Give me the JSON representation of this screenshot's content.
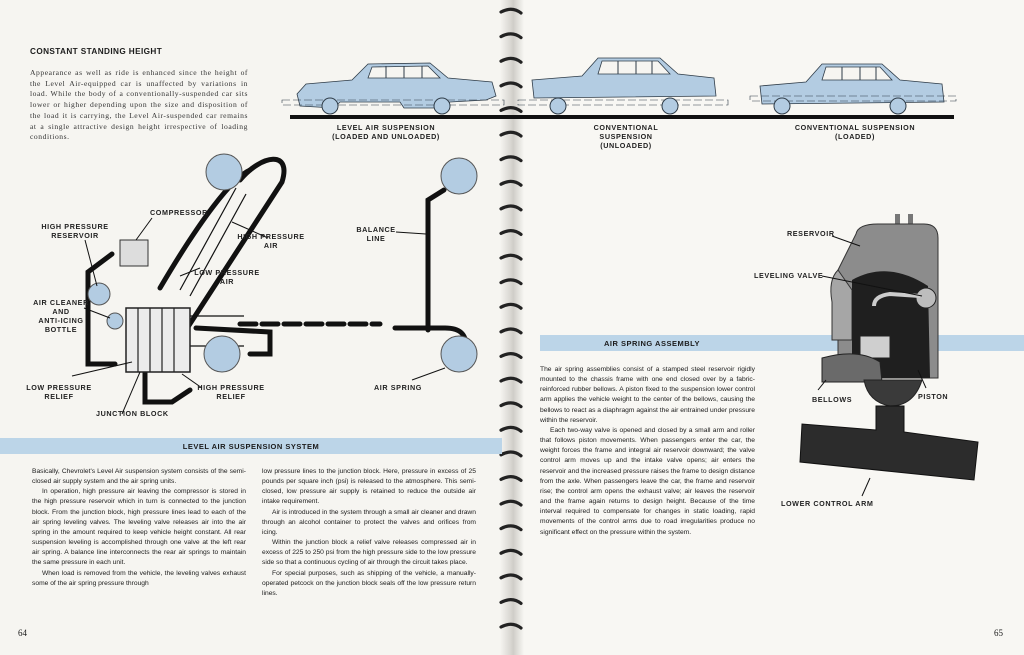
{
  "left": {
    "section_title": "CONSTANT STANDING HEIGHT",
    "intro": "Appearance as well as ride is enhanced since the height of the Level Air-equipped car is unaffected by variations in load. While the body of a conventionally-suspended car sits lower or higher depending upon the size and disposition of the load it is carrying, the Level Air-suspended car remains at a single attractive design height irrespective of loading conditions.",
    "diagram_labels": {
      "compressor": "COMPRESSOR",
      "high_pressure_reservoir": "HIGH PRESSURE\nRESERVOIR",
      "high_pressure_air": "HIGH PRESSURE\nAIR",
      "low_pressure_air": "LOW PRESSURE\nAIR",
      "balance_line": "BALANCE\nLINE",
      "air_cleaner": "AIR CLEANER\nAND\nANTI-ICING\nBOTTLE",
      "low_pressure_relief": "LOW PRESSURE\nRELIEF",
      "high_pressure_relief": "HIGH PRESSURE\nRELIEF",
      "air_spring": "AIR SPRING",
      "junction_block": "JUNCTION BLOCK"
    },
    "band_title": "LEVEL AIR SUSPENSION SYSTEM",
    "col1": [
      "Basically, Chevrolet's Level Air suspension system consists of the semi-closed air supply system and the air spring units.",
      "In operation, high pressure air leaving the compressor is stored in the high pressure reservoir which in turn is connected to the junction block. From the junction block, high pressure lines lead to each of the air spring leveling valves. The leveling valve releases air into the air spring in the amount required to keep vehicle height constant. All rear suspension leveling is accomplished through one valve at the left rear air spring. A balance line interconnects the rear air springs to maintain the same pressure in each unit.",
      "When load is removed from the vehicle, the leveling valves exhaust some of the air spring pressure through"
    ],
    "col2": [
      "low pressure lines to the junction block. Here, pressure in excess of 25 pounds per square inch (psi) is released to the atmosphere. This semi-closed, low pressure air supply is retained to reduce the outside air intake requirement.",
      "Air is introduced in the system through a small air cleaner and drawn through an alcohol container to protect the valves and orifices from icing.",
      "Within the junction block a relief valve releases compressed air in excess of 225 to 250 psi from the high pressure side to the low pressure side so that a continuous cycling of air through the circuit takes place.",
      "For special purposes, such as shipping of the vehicle, a manually-operated petcock on the junction block seals off the low pressure return lines."
    ],
    "page_number": "64"
  },
  "cars": {
    "level": "LEVEL AIR SUSPENSION\n(LOADED AND UNLOADED)",
    "conv_unloaded": "CONVENTIONAL SUSPENSION\n(UNLOADED)",
    "conv_loaded": "CONVENTIONAL SUSPENSION\n(LOADED)"
  },
  "right": {
    "band_title": "AIR SPRING ASSEMBLY",
    "body": [
      "The air spring assemblies consist of a stamped steel reservoir rigidly mounted to the chassis frame with one end closed over by a fabric-reinforced rubber bellows. A piston fixed to the suspension lower control arm applies the vehicle weight to the center of the bellows, causing the bellows to react as a diaphragm against the air entrained under pressure within the reservoir.",
      "Each two-way valve is opened and closed by a small arm and roller that follows piston movements. When passengers enter the car, the weight forces the frame and integral air reservoir downward; the valve control arm moves up and the intake valve opens; air enters the reservoir and the increased pressure raises the frame to design distance from the axle. When passengers leave the car, the frame and reservoir rise; the control arm opens the exhaust valve; air leaves the reservoir and the frame again returns to design height. Because of the time interval required to compensate for changes in static loading, rapid movements of the control arms due to road irregularities produce no significant effect on the pressure within the system."
    ],
    "labels": {
      "reservoir": "RESERVOIR",
      "leveling_valve": "LEVELING VALVE",
      "bellows": "BELLOWS",
      "piston": "PISTON",
      "lower_control_arm": "LOWER CONTROL ARM"
    },
    "page_number": "65"
  },
  "colors": {
    "band": "#bcd5e8",
    "car_blue": "#b3cce2",
    "ink": "#1c1c1c"
  }
}
